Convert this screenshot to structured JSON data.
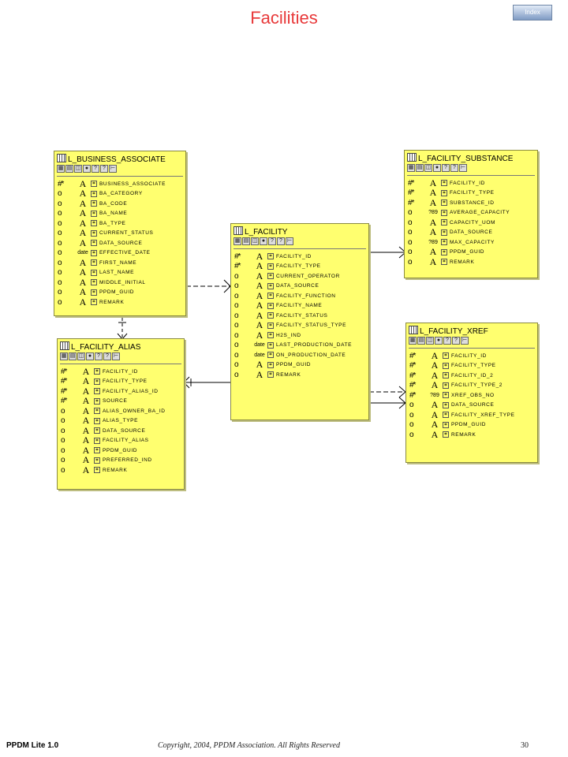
{
  "page": {
    "title": "Facilities",
    "index_button": "Index"
  },
  "footer": {
    "left": "PPDM Lite 1.0",
    "center": "Copyright, 2004, PPDM Association.  All Rights Reserved",
    "page_number": "30"
  },
  "entities": [
    {
      "id": "business-associate",
      "name": "L_BUSINESS_ASSOCIATE",
      "columns": [
        {
          "key": "#*",
          "type": "A",
          "name": "BUSINESS_ASSOCIATE"
        },
        {
          "key": "o",
          "type": "A",
          "name": "BA_CATEGORY"
        },
        {
          "key": "o",
          "type": "A",
          "name": "BA_CODE"
        },
        {
          "key": "o",
          "type": "A",
          "name": "BA_NAME"
        },
        {
          "key": "o",
          "type": "A",
          "name": "BA_TYPE"
        },
        {
          "key": "o",
          "type": "A",
          "name": "CURRENT_STATUS"
        },
        {
          "key": "o",
          "type": "A",
          "name": "DATA_SOURCE"
        },
        {
          "key": "o",
          "type": "date",
          "name": "EFFECTIVE_DATE"
        },
        {
          "key": "o",
          "type": "A",
          "name": "FIRST_NAME"
        },
        {
          "key": "o",
          "type": "A",
          "name": "LAST_NAME"
        },
        {
          "key": "o",
          "type": "A",
          "name": "MIDDLE_INITIAL"
        },
        {
          "key": "o",
          "type": "A",
          "name": "PPDM_GUID"
        },
        {
          "key": "o",
          "type": "A",
          "name": "REMARK"
        }
      ]
    },
    {
      "id": "facility-alias",
      "name": "L_FACILITY_ALIAS",
      "columns": [
        {
          "key": "#*",
          "type": "A",
          "name": "FACILITY_ID"
        },
        {
          "key": "#*",
          "type": "A",
          "name": "FACILITY_TYPE"
        },
        {
          "key": "#*",
          "type": "A",
          "name": "FACILITY_ALIAS_ID"
        },
        {
          "key": "#*",
          "type": "A",
          "name": "SOURCE"
        },
        {
          "key": "o",
          "type": "A",
          "name": "ALIAS_OWNER_BA_ID"
        },
        {
          "key": "o",
          "type": "A",
          "name": "ALIAS_TYPE"
        },
        {
          "key": "o",
          "type": "A",
          "name": "DATA_SOURCE"
        },
        {
          "key": "o",
          "type": "A",
          "name": "FACILITY_ALIAS"
        },
        {
          "key": "o",
          "type": "A",
          "name": "PPDM_GUID"
        },
        {
          "key": "o",
          "type": "A",
          "name": "PREFERRED_IND"
        },
        {
          "key": "o",
          "type": "A",
          "name": "REMARK"
        }
      ]
    },
    {
      "id": "facility",
      "name": "L_FACILITY",
      "columns": [
        {
          "key": "#*",
          "type": "A",
          "name": "FACILITY_ID"
        },
        {
          "key": "#*",
          "type": "A",
          "name": "FACILITY_TYPE"
        },
        {
          "key": "o",
          "type": "A",
          "name": "CURRENT_OPERATOR"
        },
        {
          "key": "o",
          "type": "A",
          "name": "DATA_SOURCE"
        },
        {
          "key": "o",
          "type": "A",
          "name": "FACILITY_FUNCTION"
        },
        {
          "key": "o",
          "type": "A",
          "name": "FACILITY_NAME"
        },
        {
          "key": "o",
          "type": "A",
          "name": "FACILITY_STATUS"
        },
        {
          "key": "o",
          "type": "A",
          "name": "FACILITY_STATUS_TYPE"
        },
        {
          "key": "o",
          "type": "A",
          "name": "H2S_IND"
        },
        {
          "key": "o",
          "type": "date",
          "name": "LAST_PRODUCTION_DATE"
        },
        {
          "key": "o",
          "type": "date",
          "name": "ON_PRODUCTION_DATE"
        },
        {
          "key": "o",
          "type": "A",
          "name": "PPDM_GUID"
        },
        {
          "key": "o",
          "type": "A",
          "name": "REMARK"
        }
      ]
    },
    {
      "id": "facility-substance",
      "name": "L_FACILITY_SUBSTANCE",
      "columns": [
        {
          "key": "#*",
          "type": "A",
          "name": "FACILITY_ID"
        },
        {
          "key": "#*",
          "type": "A",
          "name": "FACILITY_TYPE"
        },
        {
          "key": "#*",
          "type": "A",
          "name": "SUBSTANCE_ID"
        },
        {
          "key": "o",
          "type": "?89",
          "name": "AVERAGE_CAPACITY"
        },
        {
          "key": "o",
          "type": "A",
          "name": "CAPACITY_UOM"
        },
        {
          "key": "o",
          "type": "A",
          "name": "DATA_SOURCE"
        },
        {
          "key": "o",
          "type": "?89",
          "name": "MAX_CAPACITY"
        },
        {
          "key": "o",
          "type": "A",
          "name": "PPDM_GUID"
        },
        {
          "key": "o",
          "type": "A",
          "name": "REMARK"
        }
      ]
    },
    {
      "id": "facility-xref",
      "name": "L_FACILITY_XREF",
      "columns": [
        {
          "key": "#*",
          "type": "A",
          "name": "FACILITY_ID"
        },
        {
          "key": "#*",
          "type": "A",
          "name": "FACILITY_TYPE"
        },
        {
          "key": "#*",
          "type": "A",
          "name": "FACILITY_ID_2"
        },
        {
          "key": "#*",
          "type": "A",
          "name": "FACILITY_TYPE_2"
        },
        {
          "key": "#*",
          "type": "?89",
          "name": "XREF_OBS_NO"
        },
        {
          "key": "o",
          "type": "A",
          "name": "DATA_SOURCE"
        },
        {
          "key": "o",
          "type": "A",
          "name": "FACILITY_XREF_TYPE"
        },
        {
          "key": "o",
          "type": "A",
          "name": "PPDM_GUID"
        },
        {
          "key": "o",
          "type": "A",
          "name": "REMARK"
        }
      ]
    }
  ]
}
